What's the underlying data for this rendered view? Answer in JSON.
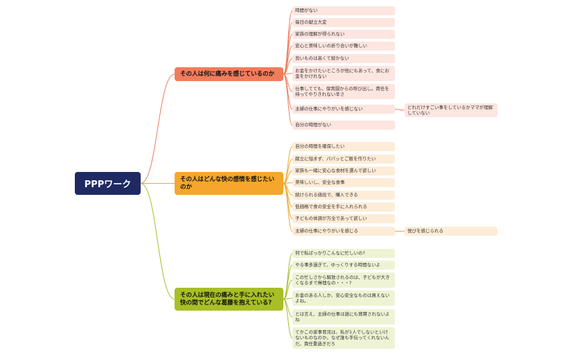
{
  "root": {
    "label": "PPPワーク"
  },
  "colors": {
    "root": "#1f2a63",
    "branch1": "#f07c5c",
    "branch2": "#f5a62c",
    "branch3": "#a8bf26"
  },
  "branches": [
    {
      "label": "その人は何に痛みを感じているのか",
      "leaves": [
        {
          "text": "時間がない"
        },
        {
          "text": "毎日の献立大変"
        },
        {
          "text": "家族の理解が得られない"
        },
        {
          "text": "安心と美味しいの折り合いが難しい"
        },
        {
          "text": "良いものは高くて続かない"
        },
        {
          "text": "お金をかけたいところが他にもあって、食にお金をかけれない"
        },
        {
          "text": "仕事してても、保育園からの呼び出し。責任を持ってやりきれない辛さ"
        },
        {
          "text": "主婦の仕事にやりがいを感じない",
          "child": "どれだけすごい事をしているかママが理解していない"
        },
        {
          "text": "自分の時間がない"
        }
      ]
    },
    {
      "label": "その人はどんな快の感情を感じたいのか",
      "leaves": [
        {
          "text": "自分の時間を確保したい"
        },
        {
          "text": "献立に悩まず、パパッとご飯を作りたい"
        },
        {
          "text": "家族も一緒に安心な食材を選んで欲しい"
        },
        {
          "text": "美味しいし、安全な食事"
        },
        {
          "text": "続けられる値段で、購入できる"
        },
        {
          "text": "低価格で食の安全を手に入れられる"
        },
        {
          "text": "子どもの体調が万全であって欲しい"
        },
        {
          "text": "主婦の仕事にやりがいを感じる",
          "child": "悦びを感じられる"
        }
      ]
    },
    {
      "label": "その人は現在の痛みと手に入れたい快の間でどんな葛藤を抱えている?",
      "leaves": [
        {
          "text": "何で私ばっかりこんなに忙しいの?"
        },
        {
          "text": "やる事多過ぎて、ゆっくりする時間ないよ"
        },
        {
          "text": "この忙しさから解放されるのは、子どもが大きくなるまで無理なの・・・?"
        },
        {
          "text": "お金のある人しか、安心安全なものは買えないよね。"
        },
        {
          "text": "とは言え、主婦の仕事は誰にも賞賛されないよね"
        },
        {
          "text": "てかこの家事育児は、私が1人でしないといけないものなのか。なぜ誰も手伝ってくれないんだ。責任重過ぎだろ"
        }
      ]
    }
  ]
}
